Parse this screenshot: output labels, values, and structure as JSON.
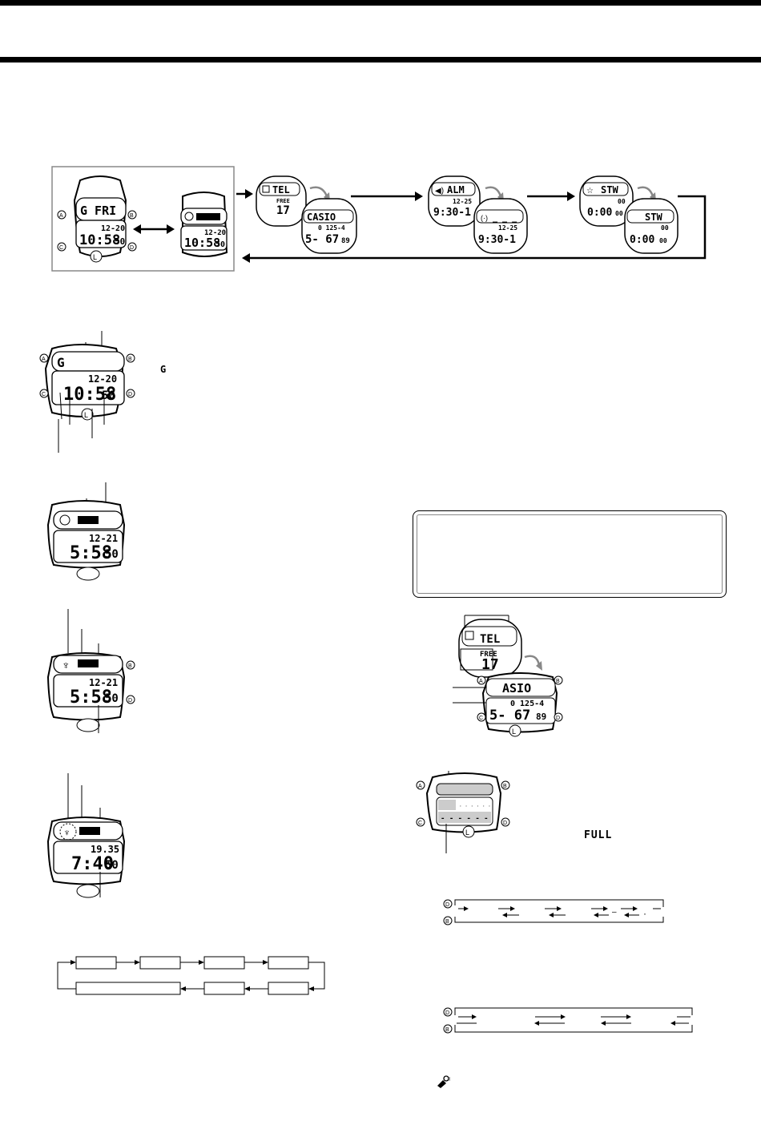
{
  "mode_flow": {
    "timekeeping_top": "G FRI",
    "timekeeping_date": "12-20",
    "timekeeping_time": "10:58",
    "timekeeping_sec": "50",
    "world_date": "12-20",
    "world_time": "10:58",
    "world_sec": "50",
    "tel_label": "TEL",
    "tel_free": "FREE",
    "tel_count": "17",
    "tel_name": "CASIO",
    "tel_digits_top": "0 125-4",
    "tel_number": "5- 67",
    "tel_number_small": "89",
    "alm_label": "ALM",
    "alm_date": "12-25",
    "alm_time": "9:30-1",
    "alm_time_2": "9:30-1",
    "alm_date_2": "12-25",
    "stw_label": "STW",
    "stw_time": "0:00",
    "stw_small": "00",
    "stw_small_top": "00"
  },
  "buttons": {
    "a": "A",
    "b": "B",
    "c": "C",
    "d": "D",
    "l": "L"
  },
  "watch1": {
    "top": "G",
    "date": "12-20",
    "time": "10:58",
    "sec": "50"
  },
  "g_symbol": "G",
  "watch2": {
    "date": "12-21",
    "time": "5:58",
    "sec": "50"
  },
  "watch3": {
    "date": "12-21",
    "time": "5:58",
    "sec": "50"
  },
  "watch4": {
    "date": "19.35",
    "time": "7:40",
    "sec": "50"
  },
  "tel_detail": {
    "label": "TEL",
    "free": "FREE",
    "count": "17",
    "name": "ASIO",
    "digits_top": "0 125-4",
    "number": "5- 67",
    "number_small": "89"
  },
  "full_label": "FULL",
  "seq_separators": {
    "dash": "–",
    "dot": "·"
  },
  "icons": [
    "telephone-memory-icon",
    "alarm-icon",
    "stopwatch-icon",
    "world-time-icon",
    "key-icon"
  ]
}
